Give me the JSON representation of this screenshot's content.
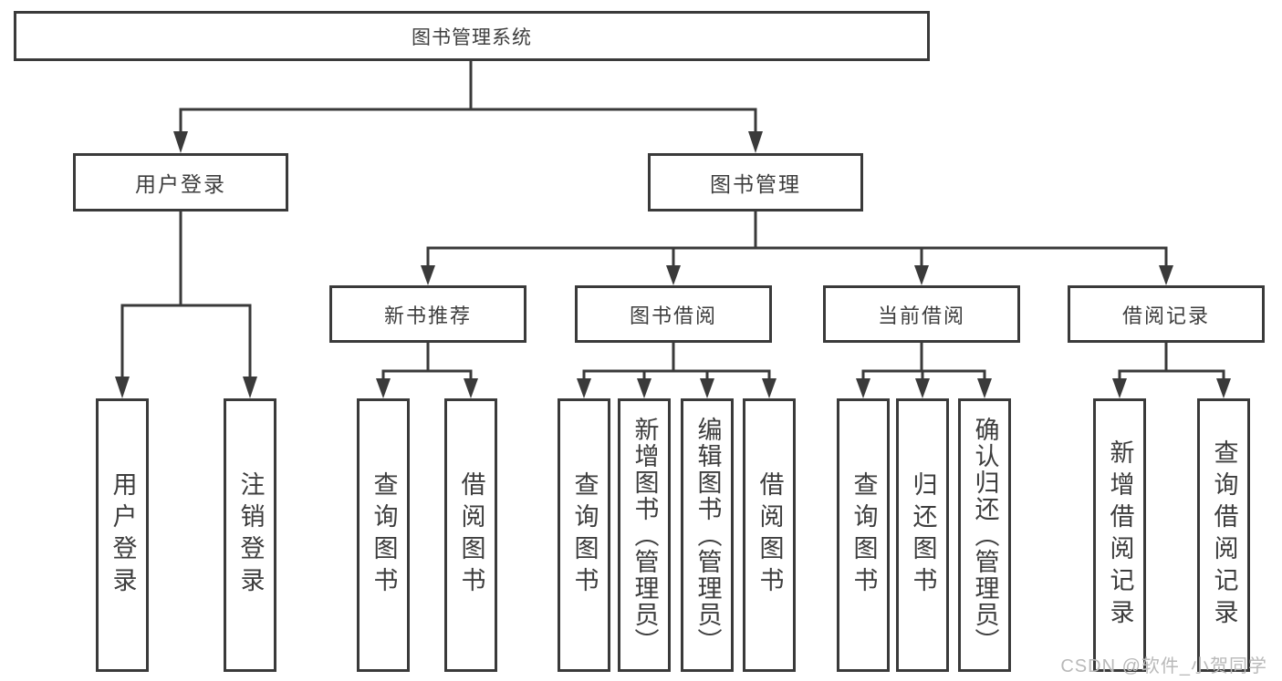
{
  "diagram": {
    "root": {
      "label": "图书管理系统"
    },
    "level2": [
      {
        "id": "user-login",
        "label": "用户登录"
      },
      {
        "id": "book-management",
        "label": "图书管理"
      }
    ],
    "level3": [
      {
        "id": "new-book-recommend",
        "label": "新书推荐"
      },
      {
        "id": "book-borrowing",
        "label": "图书借阅"
      },
      {
        "id": "current-borrowing",
        "label": "当前借阅"
      },
      {
        "id": "borrowing-records",
        "label": "借阅记录"
      }
    ],
    "leaves": [
      {
        "id": "user-login",
        "parent": "用户登录",
        "label": "用户登录"
      },
      {
        "id": "logout",
        "parent": "用户登录",
        "label": "注销登录"
      },
      {
        "id": "query-books-1",
        "parent": "新书推荐",
        "label": "查询图书"
      },
      {
        "id": "borrow-books-1",
        "parent": "新书推荐",
        "label": "借阅图书"
      },
      {
        "id": "query-books-2",
        "parent": "图书借阅",
        "label": "查询图书"
      },
      {
        "id": "add-book-admin",
        "parent": "图书借阅",
        "label": "新增图书（管理员）"
      },
      {
        "id": "edit-book-admin",
        "parent": "图书借阅",
        "label": "编辑图书（管理员）"
      },
      {
        "id": "borrow-books-2",
        "parent": "图书借阅",
        "label": "借阅图书"
      },
      {
        "id": "query-books-3",
        "parent": "当前借阅",
        "label": "查询图书"
      },
      {
        "id": "return-books",
        "parent": "当前借阅",
        "label": "归还图书"
      },
      {
        "id": "confirm-return-admin",
        "parent": "当前借阅",
        "label": "确认归还（管理员）"
      },
      {
        "id": "add-borrow-record",
        "parent": "借阅记录",
        "label": "新增借阅记录"
      },
      {
        "id": "query-borrow-record",
        "parent": "借阅记录",
        "label": "查询借阅记录"
      }
    ],
    "line_color": "#3a3a3a"
  },
  "watermark": {
    "text": "CSDN @软件_小贺同学"
  }
}
